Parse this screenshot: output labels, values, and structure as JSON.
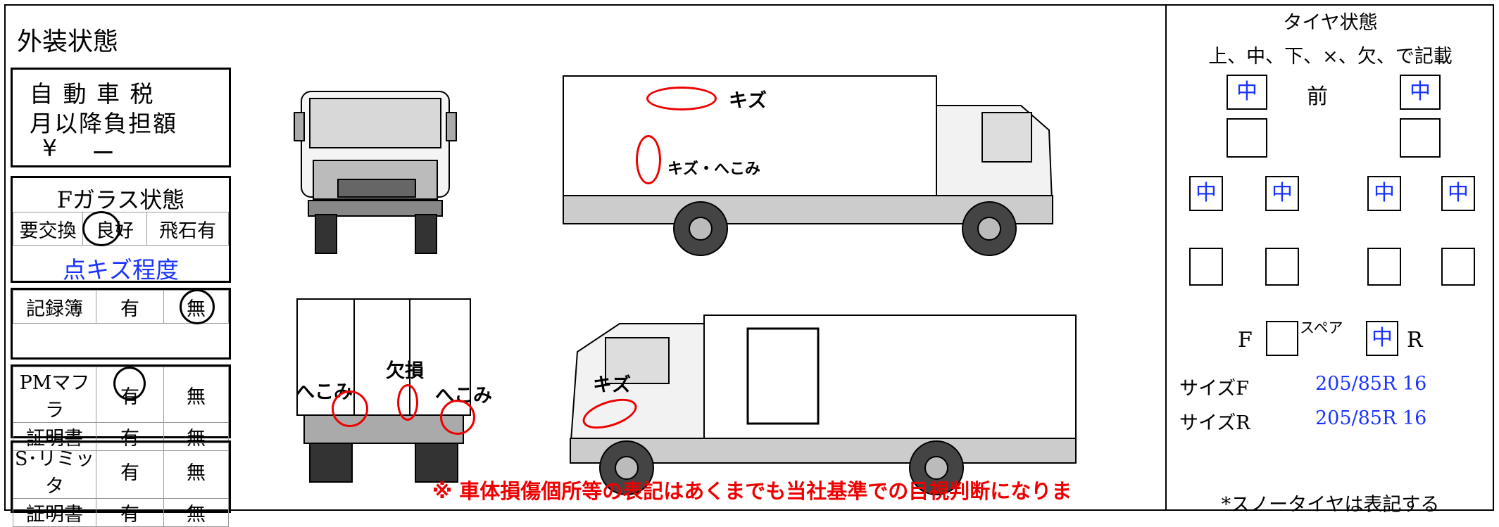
{
  "section_title": "外装状態",
  "tax": {
    "line1": "自 動 車 税",
    "line2": "月以降負担額",
    "yen": "¥",
    "dash": "ー"
  },
  "glass": {
    "title": "Fガラス状態",
    "options": [
      "要交換",
      "良好",
      "飛石有"
    ],
    "selected": "良好",
    "note": "点キズ程度"
  },
  "record_book": {
    "label": "記録簿",
    "yes": "有",
    "no": "無",
    "selected": "無"
  },
  "pm_muffler": {
    "label": "PMマフラ",
    "yes": "有",
    "no": "無",
    "selected": "有",
    "cert_label": "証明書",
    "cert_yes": "有",
    "cert_no": "無"
  },
  "speed_limiter": {
    "label": "S･リミッタ",
    "yes": "有",
    "no": "無",
    "cert_label": "証明書",
    "cert_yes": "有",
    "cert_no": "無"
  },
  "damage": {
    "side_right_top": "キズ",
    "side_right_mid": "キズ・へこみ",
    "rear_left": "へこみ",
    "rear_mid": "欠損",
    "rear_right": "へこみ",
    "side_left": "キズ"
  },
  "notice": "※ 車体損傷個所等の表記はあくまでも当社基準での目視判断になりま",
  "tire": {
    "title": "タイヤ状態",
    "instruction": "上、中、下、×、欠、で記載",
    "front_label": "前",
    "front_left": "中",
    "front_right": "中",
    "rear_row1": [
      "中",
      "中",
      "中",
      "中"
    ],
    "f_label": "F",
    "spare_label": "スペア",
    "spare_value": "中",
    "r_label": "R",
    "size_f_label": "サイズF",
    "size_f_value": "205/85R 16",
    "size_r_label": "サイズR",
    "size_r_value": "205/85R 16",
    "snow_note": "*スノータイヤは表記する"
  }
}
